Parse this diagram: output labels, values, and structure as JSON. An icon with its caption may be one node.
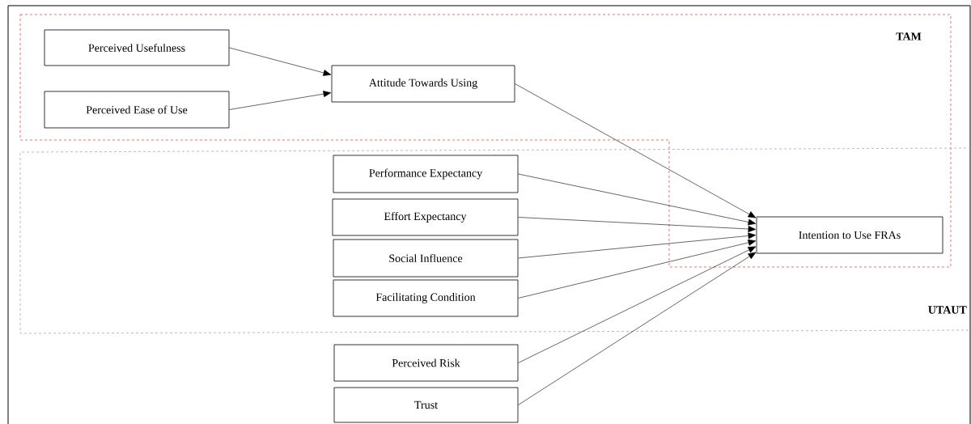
{
  "diagram": {
    "nodes": [
      {
        "text": [
          "TAM"
        ]
      },
      {
        "text": [
          "Perceived Usefulness"
        ],
        "in": 0
      },
      {
        "text": [
          "Perceived Ease of Use"
        ],
        "in": 0
      },
      {
        "text": [
          "Attitude Towards Using"
        ],
        "in": 0
      },
      {
        "text": [
          "UTAUT"
        ]
      },
      {
        "text": [
          "Performance Expectancy"
        ],
        "in": 4
      },
      {
        "text": [
          "Effort Expectancy"
        ],
        "in": 4
      },
      {
        "text": [
          "Social Influence"
        ],
        "in": 4
      },
      {
        "text": [
          "Facilitating Condition"
        ],
        "in": 4
      },
      {
        "text": [
          "Intention to Use FRAs"
        ]
      },
      {
        "text": [
          "Perceived Risk"
        ]
      },
      {
        "text": [
          "Trust"
        ]
      }
    ],
    "edges": [
      {
        "from": 1,
        "to": 3,
        "arrow": "to"
      },
      {
        "from": 2,
        "to": 3,
        "arrow": "to"
      },
      {
        "from": 3,
        "to": 9,
        "arrow": "to"
      },
      {
        "from": 5,
        "to": 9,
        "arrow": "to"
      },
      {
        "from": 6,
        "to": 9,
        "arrow": "to"
      },
      {
        "from": 7,
        "to": 9,
        "arrow": "to"
      },
      {
        "from": 8,
        "to": 9,
        "arrow": "to"
      },
      {
        "from": 10,
        "to": 9,
        "arrow": "to"
      },
      {
        "from": 11,
        "to": 9,
        "arrow": "to"
      }
    ]
  }
}
